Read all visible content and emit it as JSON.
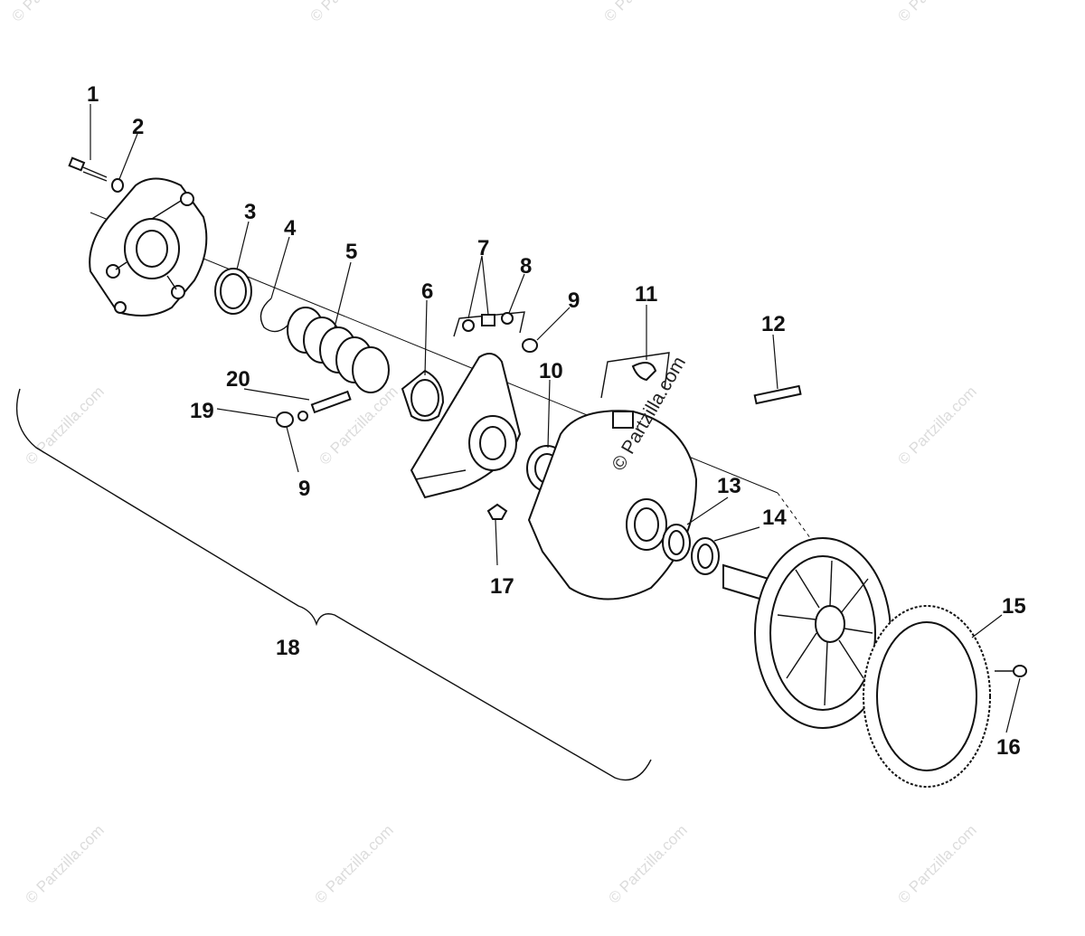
{
  "diagram": {
    "callouts": [
      {
        "id": "c1",
        "label": "1"
      },
      {
        "id": "c2",
        "label": "2"
      },
      {
        "id": "c3",
        "label": "3"
      },
      {
        "id": "c4",
        "label": "4"
      },
      {
        "id": "c5",
        "label": "5"
      },
      {
        "id": "c6",
        "label": "6"
      },
      {
        "id": "c7",
        "label": "7"
      },
      {
        "id": "c8",
        "label": "8"
      },
      {
        "id": "c9a",
        "label": "9"
      },
      {
        "id": "c9b",
        "label": "9"
      },
      {
        "id": "c10",
        "label": "10"
      },
      {
        "id": "c11",
        "label": "11"
      },
      {
        "id": "c12",
        "label": "12"
      },
      {
        "id": "c13",
        "label": "13"
      },
      {
        "id": "c14",
        "label": "14"
      },
      {
        "id": "c15",
        "label": "15"
      },
      {
        "id": "c16",
        "label": "16"
      },
      {
        "id": "c17",
        "label": "17"
      },
      {
        "id": "c18",
        "label": "18"
      },
      {
        "id": "c19",
        "label": "19"
      },
      {
        "id": "c20",
        "label": "20"
      }
    ],
    "watermark": "© Partzilla.com",
    "center_watermark": "© Partzilla.com"
  },
  "colors": {
    "line": "#111111",
    "watermark": "#dcdcdc",
    "background": "#ffffff"
  }
}
